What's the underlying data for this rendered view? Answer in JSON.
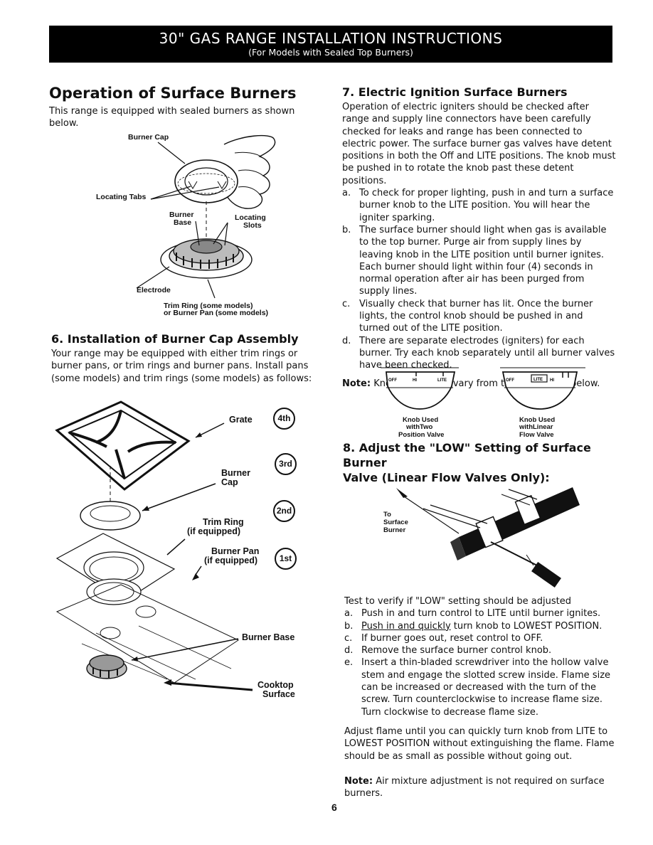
{
  "banner": {
    "title": "30\" GAS RANGE INSTALLATION INSTRUCTIONS",
    "subtitle": "(For Models with Sealed Top Burners)"
  },
  "left": {
    "heading": "Operation of Surface Burners",
    "intro": "This range is equipped with sealed burners as shown below.",
    "fig1_labels": {
      "burner_cap": "Burner Cap",
      "locating_tabs": "Locating Tabs",
      "burner_base_1": "Burner",
      "burner_base_2": "Base",
      "locating_slots_1": "Locating",
      "locating_slots_2": "Slots",
      "electrode": "Electrode",
      "trim_ring": "Trim Ring (some models)",
      "burner_pan": "or Burner Pan (some models)"
    },
    "section6_heading": "6.  Installation of Burner Cap Assembly",
    "section6_text": "Your range may be equipped with either trim rings or burner pans, or trim rings and burner pans. Install pans (some models) and trim rings (some models) as follows:",
    "fig2_labels": {
      "grate": "Grate",
      "burner_cap_1": "Burner",
      "burner_cap_2": "Cap",
      "trim_ring_1": "Trim Ring",
      "trim_ring_2": "(if equipped)",
      "burner_pan_1": "Burner Pan",
      "burner_pan_2": "(if equipped)",
      "burner_base": "Burner Base",
      "cooktop_1": "Cooktop",
      "cooktop_2": "Surface"
    },
    "order": [
      "4th",
      "3rd",
      "2nd",
      "1st"
    ]
  },
  "right": {
    "section7_heading": "7.  Electric Ignition Surface Burners",
    "section7_text": "Operation of electric igniters should be checked after range and supply line connectors have been carefully checked for leaks and range has been connected to electric power. The surface burner gas valves have detent positions in both the Off and LITE positions. The knob must be pushed in to rotate the knob past these detent positions.",
    "section7_items": [
      {
        "marker": "a.",
        "text": "To check for proper lighting, push in and turn a surface burner knob to the LITE position. You will hear the igniter sparking."
      },
      {
        "marker": "b.",
        "text": "The surface burner should light when gas is available to the top burner. Purge air from supply lines by leaving knob in the LITE position until burner ignites. Each burner should light within four (4) seconds in normal operation after air has been purged from supply lines."
      },
      {
        "marker": "c.",
        "text": "Visually check that burner has lit. Once the burner lights, the control knob should be pushed in and turned out of the LITE position."
      },
      {
        "marker": "d.",
        "text": "There are separate electrodes (igniters) for each burner. Try each knob separately until all burner valves have been checked."
      }
    ],
    "note_label": "Note:",
    "note_text": "Knob styles may vary from those pictured below.",
    "knob1": {
      "marks": [
        "OFF",
        "HI",
        "LITE"
      ],
      "caption_1": "Knob Used",
      "caption_2": "withTwo",
      "caption_3": "Position Valve"
    },
    "knob2": {
      "marks": [
        "OFF",
        "LITE",
        "HI"
      ],
      "caption_1": "Knob Used",
      "caption_2": "withLinear",
      "caption_3": "Flow Valve"
    },
    "section8_heading_1": "8.  Adjust the \"LOW\" Setting of Surface Burner",
    "section8_heading_2": "Valve (Linear Flow Valves Only):",
    "valve_label_1": "To",
    "valve_label_2": "Surface",
    "valve_label_3": "Burner",
    "test_intro": "Test to verify if \"LOW\" setting should be adjusted",
    "test_items": [
      {
        "marker": "a.",
        "text": "Push in and turn control to LITE until burner ignites."
      },
      {
        "marker": "b.",
        "text_underlined": "Push in and quickly",
        "text": " turn knob to LOWEST POSITION."
      },
      {
        "marker": "c.",
        "text": "If burner goes out, reset control to OFF."
      },
      {
        "marker": "d.",
        "text": "Remove the surface burner control knob."
      },
      {
        "marker": "e.",
        "text": "Insert a thin-bladed screwdriver into the hollow valve stem and engage the slotted screw inside. Flame size can be increased or decreased with the turn of the screw. Turn counterclockwise to increase flame size. Turn clockwise to decrease flame size."
      }
    ],
    "adjust_text": "Adjust flame until you can quickly turn knob from LITE to LOWEST POSITION without extinguishing the flame. Flame should be as small as possible without going out.",
    "note2_label": "Note:",
    "note2_text": "Air mixture adjustment is not required on surface burners."
  },
  "page_number": "6"
}
